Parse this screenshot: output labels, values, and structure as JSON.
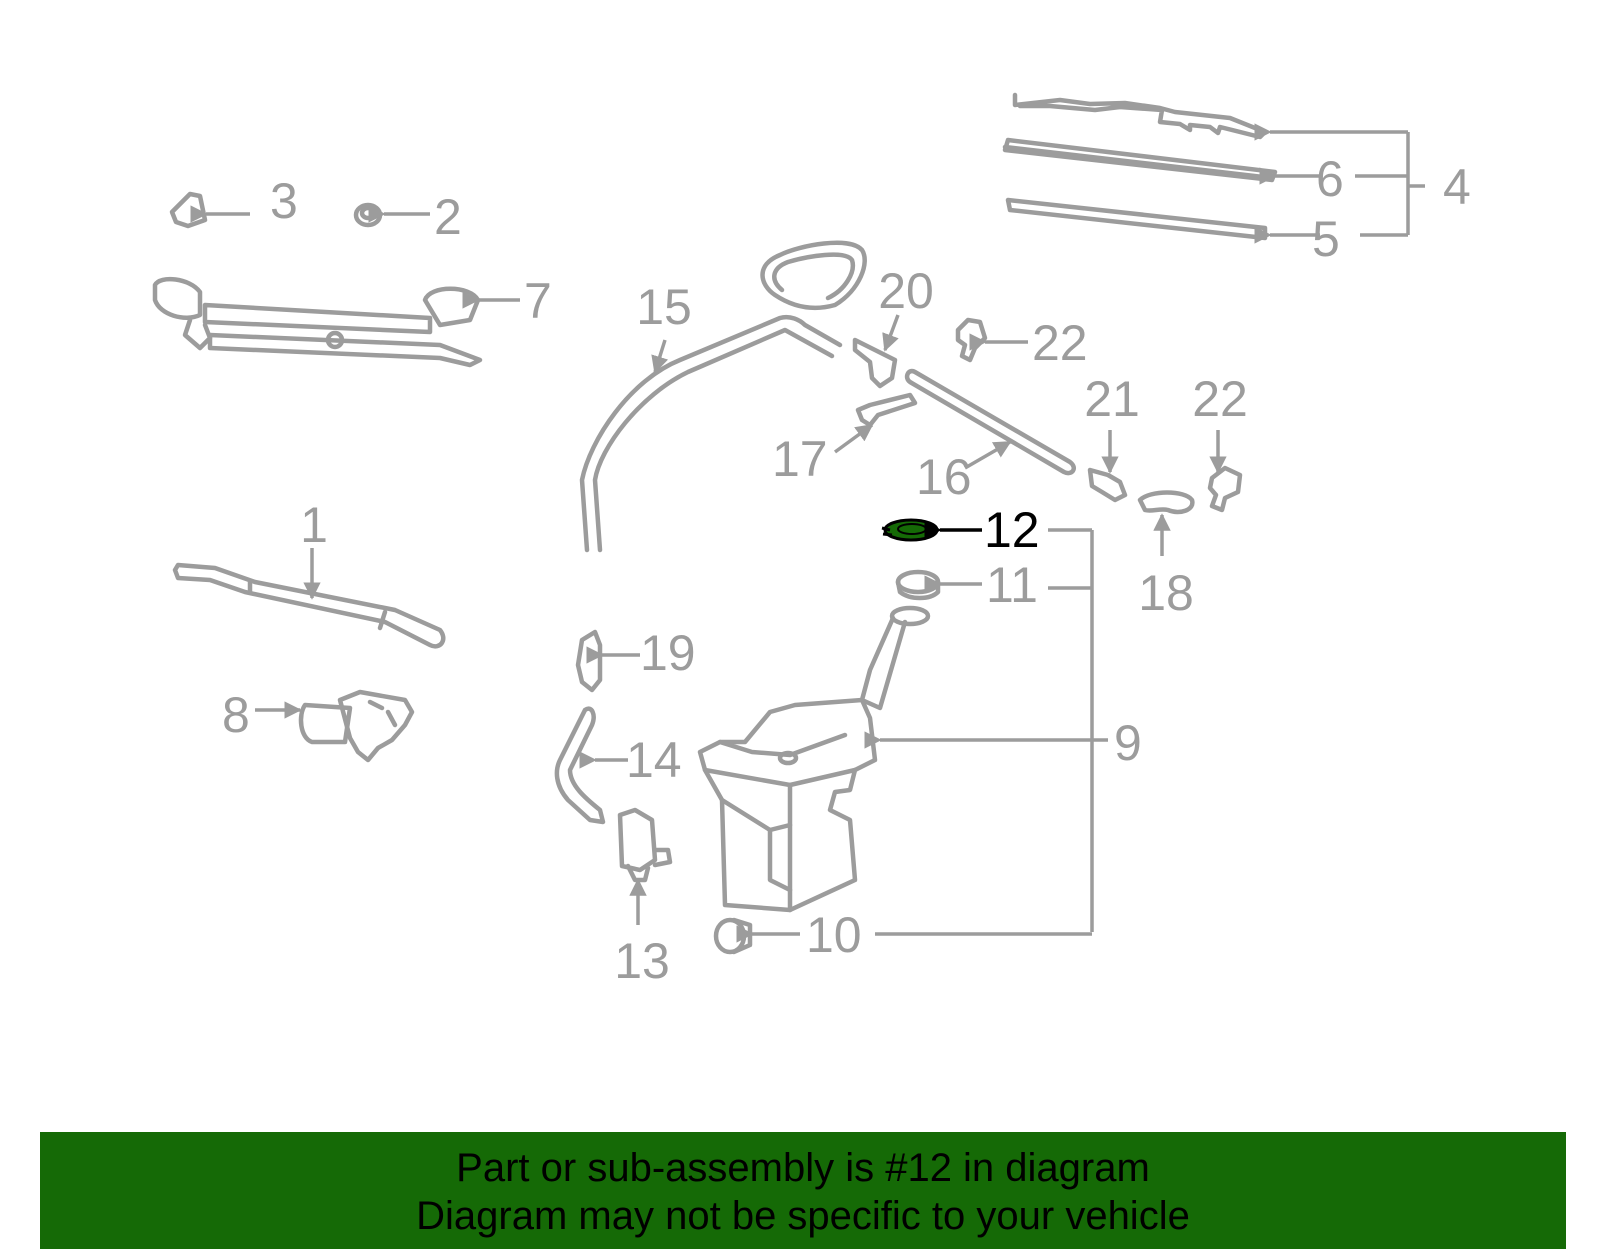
{
  "diagram": {
    "highlighted_part": "12",
    "highlight_color": "#156a06",
    "part_color": "#9c9c9c",
    "callouts": {
      "c1": "1",
      "c2": "2",
      "c3": "3",
      "c4": "4",
      "c5": "5",
      "c6": "6",
      "c7": "7",
      "c8": "8",
      "c9": "9",
      "c10": "10",
      "c11": "11",
      "c12": "12",
      "c13": "13",
      "c14": "14",
      "c15": "15",
      "c16": "16",
      "c17": "17",
      "c18": "18",
      "c19": "19",
      "c20": "20",
      "c21": "21",
      "c22a": "22",
      "c22b": "22"
    }
  },
  "footer": {
    "background": "#156a06",
    "line1": "Part or sub-assembly is #12 in diagram",
    "line2": "Diagram may not be specific to your vehicle"
  }
}
